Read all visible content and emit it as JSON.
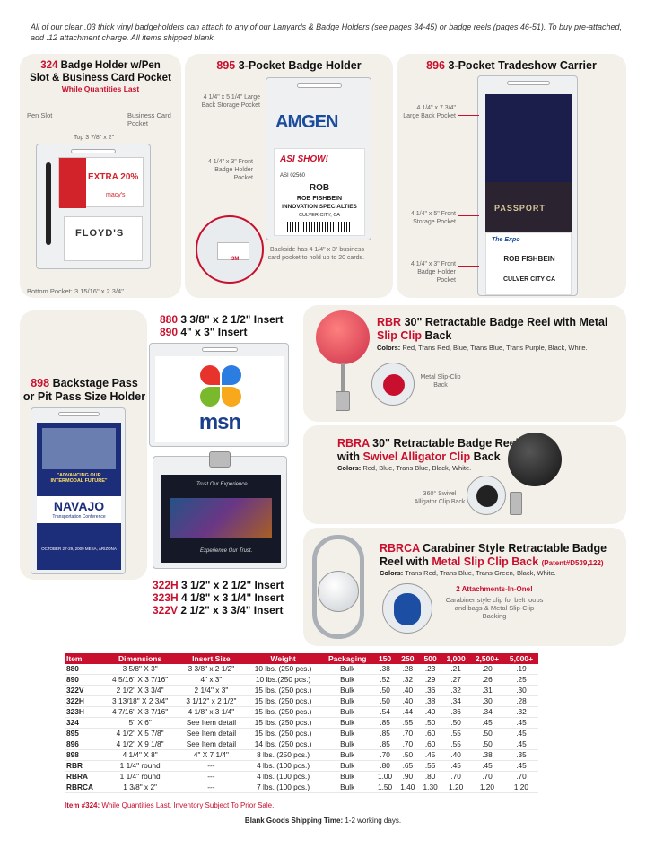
{
  "intro": "All of our clear .03 thick vinyl badgeholders can attach to any of our Lanyards & Badge Holders (see pages 34-45) or badge reels (pages 46-51). To buy pre-attached, add .12 attachment charge. All items shipped blank.",
  "p324": {
    "num": "324",
    "title1": "Badge Holder w/Pen",
    "title2": "Slot & Business Card Pocket",
    "subtitle": "While Quantities Last",
    "pen_slot": "Pen Slot",
    "biz_card": "Business Card Pocket",
    "top": "Top 3 7/8\" x 2\"",
    "bottom": "Bottom Pocket: 3 15/16\" x 2 3/4\"",
    "card_text": "EXTRA 20%",
    "card_brand": "macy's",
    "card2_text": "FLOYD'S"
  },
  "p895": {
    "num": "895",
    "title": "3-Pocket Badge Holder",
    "large": "4 1/4\" x 5 1/4\" Large Back Storage Pocket",
    "front": "4 1/4\" x 3\" Front Badge Holder Pocket",
    "back": "Backside has 4 1/4\" x 3\" business card pocket to hold up to 20 cards.",
    "logo": "AMGEN",
    "badge_event": "ASI SHOW!",
    "badge_id": "ASI 02560",
    "badge_name": "ROB",
    "badge_full": "ROB FISHBEIN",
    "badge_co": "INNOVATION SPECIALTIES",
    "badge_city": "CULVER CITY, CA",
    "small_logo": "3M"
  },
  "p896": {
    "num": "896",
    "title": "3-Pocket Tradeshow Carrier",
    "large": "4 1/4\" x 7 3/4\" Large Back Pocket",
    "storage": "4 1/4\" x 5\" Front Storage Pocket",
    "front": "4 1/4\" x 3\" Front Badge Holder Pocket",
    "passport": "PASSPORT",
    "expo": "The Expo",
    "badge_name": "ROB FISHBEIN",
    "badge_city": "CULVER CITY CA"
  },
  "p880": {
    "l1num": "880",
    "l1": "3 3/8\" x 2 1/2\" Insert",
    "l2num": "890",
    "l2": "4\" x 3\" Insert",
    "logo": "msn"
  },
  "p898": {
    "num": "898",
    "title1": "Backstage Pass",
    "title2": "or Pit Pass Size Holder",
    "tag": "\"ADVANCING OUR INTERMODAL FUTURE\"",
    "name": "NAVAJO",
    "sub": "Transportation Conference",
    "foot": "OCTOBER 27-29, 2009 MESA, ARIZONA"
  },
  "p322": {
    "l1num": "322H",
    "l1": "3 1/2\" x 2 1/2\" Insert",
    "l2num": "323H",
    "l2": "4 1/8\" x 3 1/4\" Insert",
    "l3num": "322V",
    "l3": "2 1/2\" x 3 3/4\" Insert",
    "card_top": "Trust Our Experience.",
    "card_bottom": "Experience Our Trust."
  },
  "rbr": {
    "num": "RBR",
    "title1": "30\" Retractable Badge Reel with Metal",
    "title2": "Slip Clip",
    "title2b": "Back",
    "colors_label": "Colors:",
    "colors": "Red, Trans Red, Blue, Trans Blue, Trans Purple, Black, White.",
    "note": "Metal Slip-Clip Back"
  },
  "rbra": {
    "num": "RBRA",
    "title1": "30\" Retractable Badge Reel",
    "title2a": "with",
    "title2b": "Swivel Alligator Clip",
    "title2c": "Back",
    "colors_label": "Colors:",
    "colors": "Red, Blue, Trans Blue, Black, White.",
    "note": "360° Swivel Alligator Clip Back"
  },
  "rbrca": {
    "num": "RBRCA",
    "title1": "Carabiner Style Retractable Badge",
    "title2a": "Reel with",
    "title2b": "Metal Slip Clip Back",
    "patent": "(Patent#D539,122)",
    "colors_label": "Colors:",
    "colors": "Trans Red, Trans Blue, Trans Green, Black, White.",
    "two": "2 Attachments-In-One!",
    "note": "Carabiner style clip for belt loops and bags & Metal Slip-Clip Backing"
  },
  "table": {
    "headers": [
      "Item",
      "Dimensions",
      "Insert Size",
      "Weight",
      "Packaging",
      "150",
      "250",
      "500",
      "1,000",
      "2,500+",
      "5,000+"
    ],
    "rows": [
      [
        "880",
        "3 5/8\" X 3\"",
        "3 3/8\" x 2 1/2\"",
        "10 lbs. (250 pcs.)",
        "Bulk",
        ".38",
        ".28",
        ".23",
        ".21",
        ".20",
        ".19"
      ],
      [
        "890",
        "4 5/16\" X 3 7/16\"",
        "4\" x 3\"",
        "10 lbs.(250 pcs.)",
        "Bulk",
        ".52",
        ".32",
        ".29",
        ".27",
        ".26",
        ".25"
      ],
      [
        "322V",
        "2 1/2\" X 3 3/4\"",
        "2 1/4\" x 3\"",
        "15 lbs. (250 pcs.)",
        "Bulk",
        ".50",
        ".40",
        ".36",
        ".32",
        ".31",
        ".30"
      ],
      [
        "322H",
        "3 13/18\" X 2 3/4\"",
        "3 1/12\" x 2 1/2\"",
        "15 lbs. (250 pcs.)",
        "Bulk",
        ".50",
        ".40",
        ".38",
        ".34",
        ".30",
        ".28"
      ],
      [
        "323H",
        "4 7/16\" X 3 7/16\"",
        "4 1/8\" x 3 1/4\"",
        "15 lbs. (250 pcs.)",
        "Bulk",
        ".54",
        ".44",
        ".40",
        ".36",
        ".34",
        ".32"
      ],
      [
        "324",
        "5\" X 6\"",
        "See Item detail",
        "15 lbs. (250 pcs.)",
        "Bulk",
        ".85",
        ".55",
        ".50",
        ".50",
        ".45",
        ".45"
      ],
      [
        "895",
        "4 1/2\" X 5 7/8\"",
        "See Item detail",
        "15 lbs. (250 pcs.)",
        "Bulk",
        ".85",
        ".70",
        ".60",
        ".55",
        ".50",
        ".45"
      ],
      [
        "896",
        "4 1/2\" X 9 1/8\"",
        "See Item detail",
        "14 lbs. (250 pcs.)",
        "Bulk",
        ".85",
        ".70",
        ".60",
        ".55",
        ".50",
        ".45"
      ],
      [
        "898",
        "4 1/4\" X 8\"",
        "4\" X 7 1/4\"",
        "8 lbs. (250 pcs.)",
        "Bulk",
        ".70",
        ".50",
        ".45",
        ".40",
        ".38",
        ".35"
      ],
      [
        "RBR",
        "1 1/4\" round",
        "---",
        "4 lbs. (100 pcs.)",
        "Bulk",
        ".80",
        ".65",
        ".55",
        ".45",
        ".45",
        ".45"
      ],
      [
        "RBRA",
        "1 1/4\" round",
        "---",
        "4 lbs. (100 pcs.)",
        "Bulk",
        "1.00",
        ".90",
        ".80",
        ".70",
        ".70",
        ".70"
      ],
      [
        "RBRCA",
        "1 3/8\" x 2\"",
        "---",
        "7 lbs. (100 pcs.)",
        "Bulk",
        "1.50",
        "1.40",
        "1.30",
        "1.20",
        "1.20",
        "1.20"
      ]
    ]
  },
  "footer": {
    "item": "Item #324:",
    "item_text": "While Quantities Last. Inventory Subject To Prior Sale.",
    "ship_label": "Blank Goods Shipping Time:",
    "ship_text": "1-2 working days."
  }
}
